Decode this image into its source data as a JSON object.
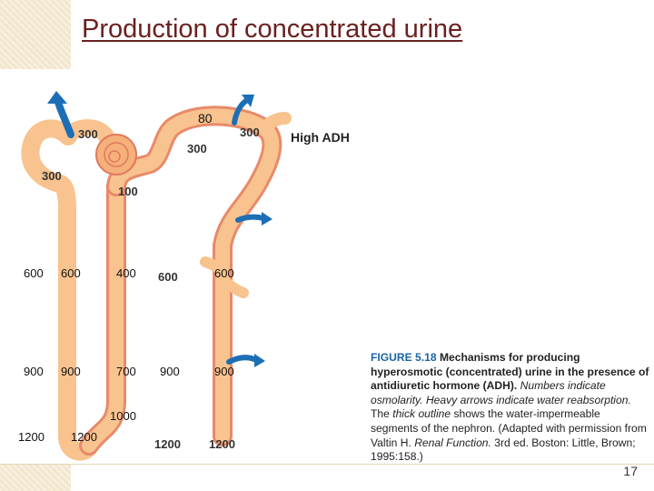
{
  "slide": {
    "title": "Production of concentrated urine",
    "page_number": "17"
  },
  "overlay_labels": {
    "top_80": "80",
    "c1_600": "600",
    "c2_600": "600",
    "c3_400": "400",
    "c5_600": "600",
    "c1_900": "900",
    "c2_900": "900",
    "c3_700": "700",
    "c4_900": "900",
    "c5_900": "900",
    "c3_1000": "1000",
    "c1_1200": "1200",
    "c2_1200": "1200"
  },
  "figure": {
    "label_300_left_glom": "300",
    "label_300_left_tubule": "300",
    "label_100": "100",
    "label_300_dct": "300",
    "label_300_right": "300",
    "label_600_interstitium": "600",
    "label_1200_bottom": "1200",
    "label_1200_cd": "1200",
    "condition": "High ADH",
    "caption": {
      "figure_number": "FIGURE 5.18",
      "heading": "Mechanisms for producing hyperosmotic (concentrated) urine in the presence of antidiuretic hormone (ADH).",
      "text_1": "Numbers indicate osmolarity.",
      "text_2": "Heavy arrows indicate water reabsorption.",
      "text_3": "The",
      "text_4": "thick outline",
      "text_5": "shows the water-impermeable segments of the nephron. (Adapted with permission from Valtin H.",
      "text_6": "Renal Function.",
      "text_7": "3rd ed. Boston: Little, Brown; 1995:158.)"
    }
  },
  "colors": {
    "title": "#6b2020",
    "tubule": "#f8c38e",
    "thick_outline": "#e88a6a",
    "arrow": "#1c6fb5",
    "figure_blue": "#1a63a8"
  }
}
